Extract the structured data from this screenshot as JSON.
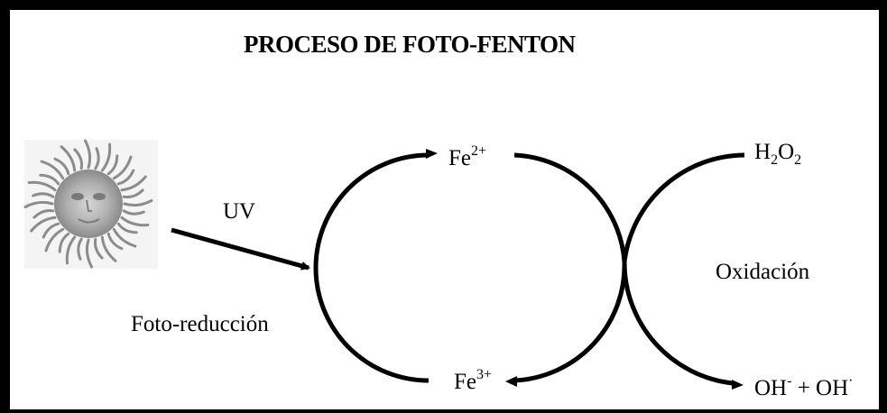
{
  "title": "PROCESO DE FOTO-FENTON",
  "labels": {
    "uv": "UV",
    "foto_reduccion": "Foto-reducción",
    "oxidacion": "Oxidación"
  },
  "species": {
    "fe2": {
      "base": "Fe",
      "sup": "2+"
    },
    "fe3": {
      "base": "Fe",
      "sup": "3+"
    },
    "h2o2": {
      "h": "H",
      "sub1": "2",
      "o": "O",
      "sub2": "2"
    },
    "products": {
      "oh_minus": "OH",
      "minus_sup": "-",
      "plus": " + ",
      "oh_radical": "OH",
      "dot_sup": "·"
    }
  },
  "icons": {
    "sun": "sun-face-icon"
  },
  "colors": {
    "ink": "#000000",
    "sun_center": "#a8a8a8",
    "sun_rays": "#8c8c8c"
  }
}
